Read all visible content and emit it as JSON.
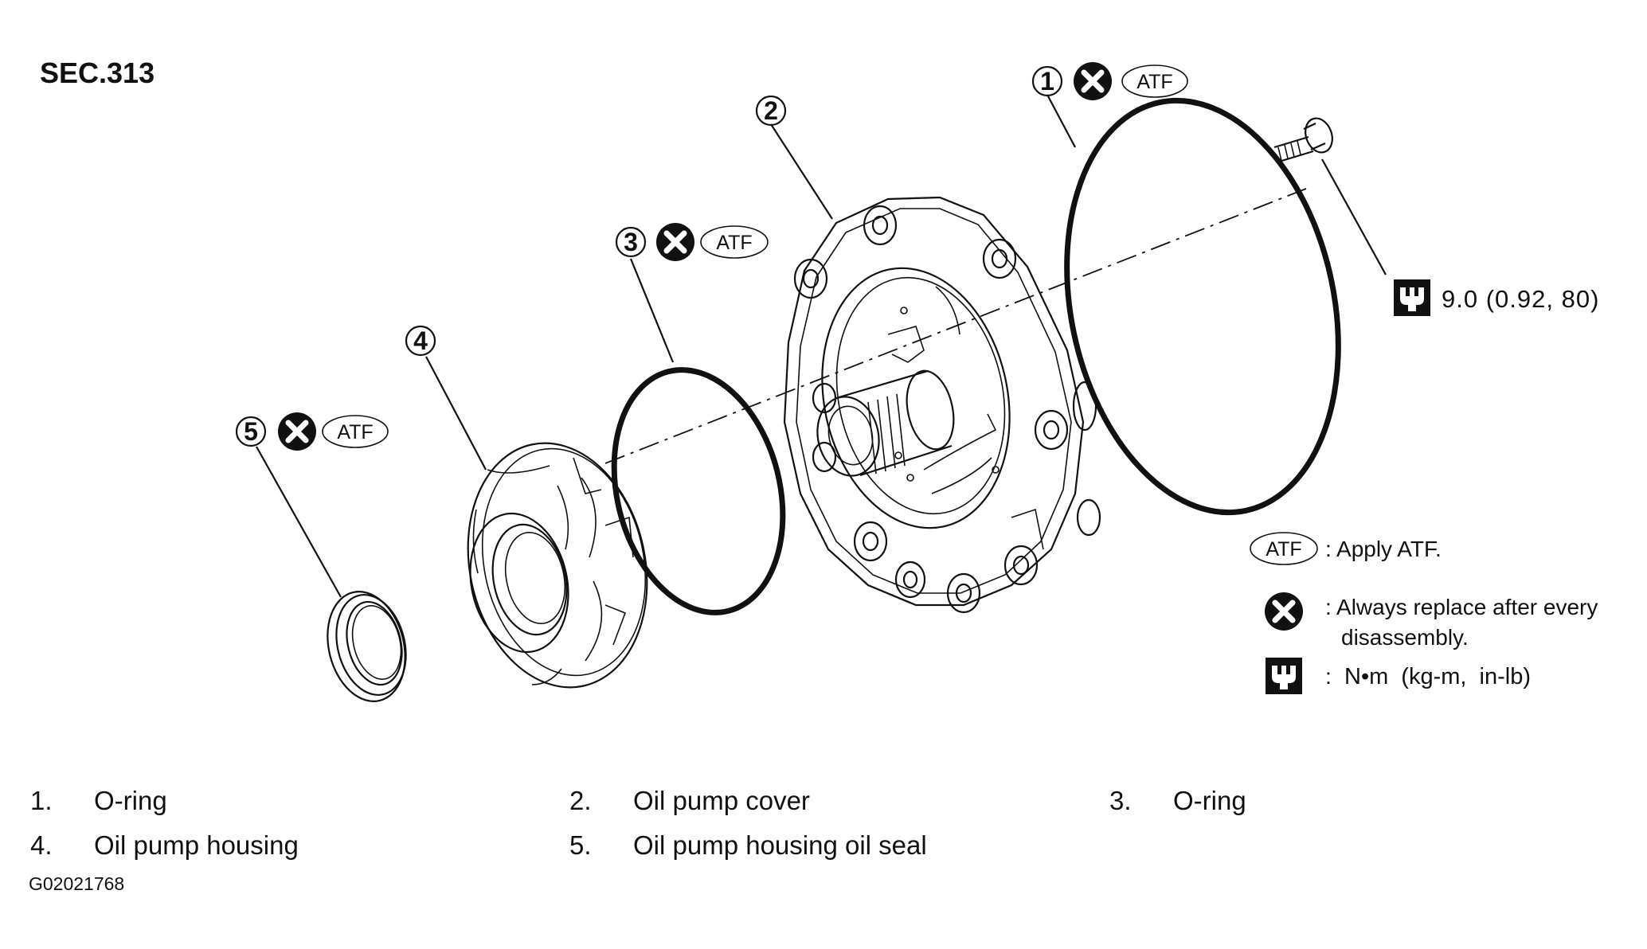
{
  "section": "SEC.313",
  "callouts": [
    "1",
    "2",
    "3",
    "4",
    "5"
  ],
  "atf_badge": "ATF",
  "torque_spec": "9.0 (0.92, 80)",
  "legend": {
    "atf": ": Apply ATF.",
    "replace_line1": ": Always replace after every",
    "replace_line2": "disassembly.",
    "torque_colon": ":",
    "torque_unit": "N•m  (kg-m,  in-lb)"
  },
  "parts": [
    {
      "num": "1.",
      "name": "O-ring"
    },
    {
      "num": "2.",
      "name": "Oil pump cover"
    },
    {
      "num": "3.",
      "name": "O-ring"
    },
    {
      "num": "4.",
      "name": "Oil pump housing"
    },
    {
      "num": "5.",
      "name": "Oil pump housing oil seal"
    }
  ],
  "figure_code": "G02021768",
  "icons": {
    "replace": "x-in-circle-icon",
    "atf": "atf-oval-icon",
    "torque": "torque-wrench-icon"
  }
}
